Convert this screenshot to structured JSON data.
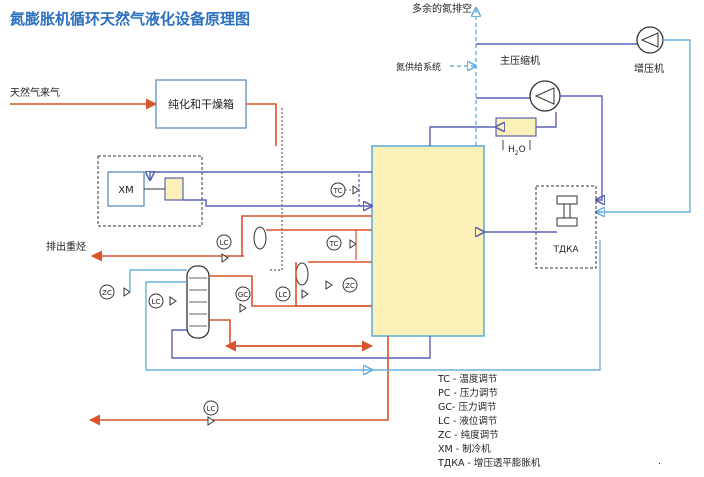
{
  "title": "氮膨胀机循环天然气液化设备原理图",
  "labels": {
    "natural_gas_in": "天然气来气",
    "purifier": "纯化和干燥箱",
    "heavy_hydrocarbon_out": "排出重烃",
    "excess_nitrogen_vent": "多余的氮排空",
    "nitrogen_supply": "氮供给系统",
    "main_compressor": "主压缩机",
    "booster": "增压机",
    "refrigerator": "XM",
    "expander": "ТДКА",
    "water_h": "H",
    "water_sub": "2",
    "water_o": "O",
    "tail_dot": "."
  },
  "instruments": {
    "tc": "TC",
    "lc": "LC",
    "gc": "GC",
    "zc": "ZC"
  },
  "legend": [
    "TC - 温度调节",
    "PC - 压力调节",
    "GC- 压力调节",
    "LC - 液位调节",
    "ZC - 纯度调节",
    "XM - 制冷机",
    "ТДКА - 增压透平膨胀机"
  ],
  "colors": {
    "title": "#2b6fbf",
    "natural_gas_line": "#d9542b",
    "nitrogen_line": "#5a62b3",
    "cold_line": "#6ab0dd",
    "heat_exchanger_fill": "#fbf0b8",
    "heat_exchanger_stroke": "#5aa9d6",
    "text": "#222222"
  }
}
